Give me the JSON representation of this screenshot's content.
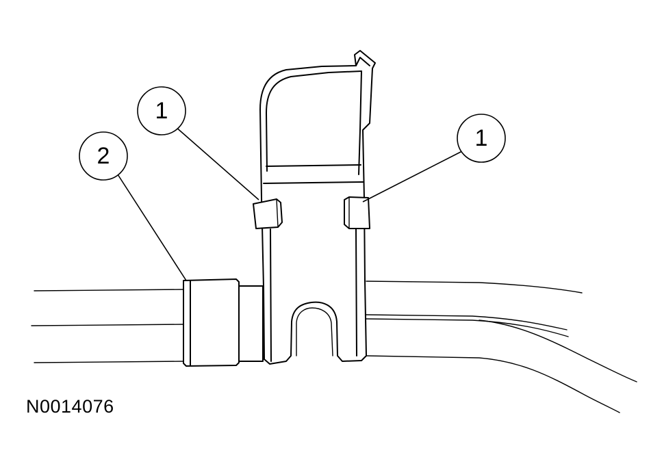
{
  "figure": {
    "reference_code": "N0014076",
    "callouts": [
      {
        "id": "callout-1-left",
        "label": "1"
      },
      {
        "id": "callout-1-right",
        "label": "1"
      },
      {
        "id": "callout-2",
        "label": "2"
      }
    ]
  },
  "colors": {
    "line": "#000000",
    "background": "#ffffff"
  }
}
